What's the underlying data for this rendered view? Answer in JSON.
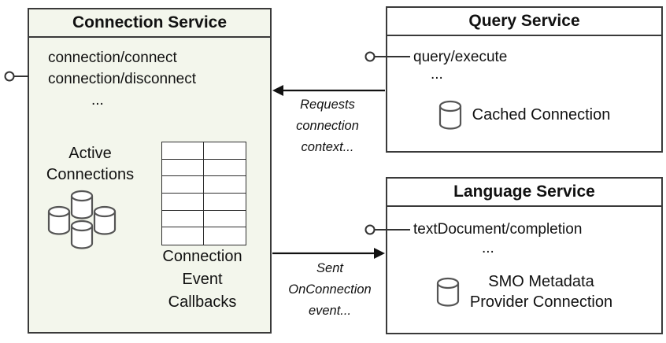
{
  "connection_service": {
    "title": "Connection Service",
    "endpoint_connect": "connection/connect",
    "endpoint_disconnect": "connection/disconnect",
    "ellipsis": "...",
    "active_connections": "Active\nConnections",
    "callbacks": "Connection\nEvent\nCallbacks"
  },
  "query_service": {
    "title": "Query Service",
    "endpoint": "query/execute",
    "ellipsis": "...",
    "cached_label": "Cached Connection"
  },
  "language_service": {
    "title": "Language Service",
    "endpoint": "textDocument/completion",
    "ellipsis": "...",
    "provider_label": "SMO Metadata\nProvider Connection"
  },
  "annotations": {
    "requests": "Requests\nconnection\ncontext...",
    "sent": "Sent\nOnConnection\nevent..."
  },
  "icons": {
    "database": "database-cylinder-icon",
    "table": "connections-table-icon",
    "lollipop": "interface-lollipop-connector",
    "arrow": "solid-arrow"
  },
  "colors": {
    "connection_box_fill": "#f3f6ec",
    "service_box_fill": "#ffffff",
    "border": "#3a3a3a",
    "cylinder_stroke": "#555555",
    "text": "#111111"
  }
}
